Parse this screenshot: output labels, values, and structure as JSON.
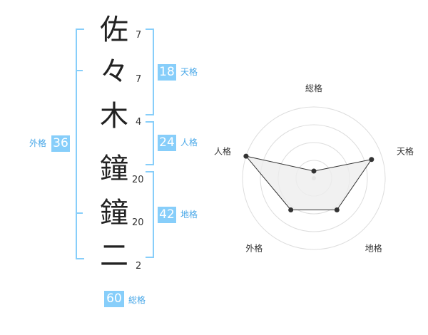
{
  "name_chars": [
    {
      "char": "佐",
      "strokes": "7"
    },
    {
      "char": "々",
      "strokes": "7"
    },
    {
      "char": "木",
      "strokes": "4"
    },
    {
      "char": "鐘",
      "strokes": "20"
    },
    {
      "char": "鐘",
      "strokes": "20"
    },
    {
      "char": "二",
      "strokes": "2"
    }
  ],
  "kaku": {
    "tenkaku": {
      "value": "18",
      "label": "天格"
    },
    "jinkaku": {
      "value": "24",
      "label": "人格"
    },
    "chikaku": {
      "value": "42",
      "label": "地格"
    },
    "gaikaku": {
      "value": "36",
      "label": "外格"
    },
    "soukaku": {
      "value": "60",
      "label": "総格"
    }
  },
  "colors": {
    "accent": "#87cefa",
    "label_text": "#4aa8e8",
    "radar_fill": "#eeeeee",
    "radar_line": "#333333"
  },
  "chart_data": {
    "type": "radar",
    "categories": [
      "総格",
      "天格",
      "地格",
      "外格",
      "人格"
    ],
    "values": [
      0.1,
      0.85,
      0.55,
      0.55,
      1.0
    ],
    "rings": 4,
    "range": [
      0,
      1
    ]
  }
}
